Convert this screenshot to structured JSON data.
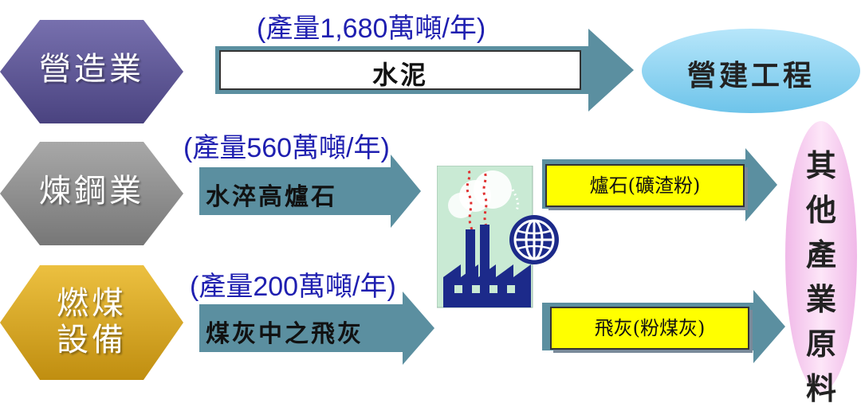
{
  "row1": {
    "source": "營造業",
    "production": "(產量1,680萬噸/年)",
    "material": "水泥",
    "destination": "營建工程"
  },
  "row2": {
    "source": "煉鋼業",
    "production": "(產量560萬噸/年)",
    "material": "水淬高爐石",
    "output": "爐石(礦渣粉)"
  },
  "row3": {
    "source_line1": "燃煤",
    "source_line2": "設備",
    "production": "(產量200萬噸/年)",
    "material": "煤灰中之飛灰",
    "output": "飛灰(粉煤灰)"
  },
  "destination2": [
    "其",
    "他",
    "產",
    "業",
    "原",
    "料"
  ],
  "colors": {
    "hex_purple": "#5c5491",
    "hex_gray": "#8c8c8c",
    "hex_gold": "#d7a51a",
    "arrow": "#5b8fa0",
    "ellipse_blue": "#8fd3f0",
    "ellipse_pink": "#f7cdf0",
    "highlight_yellow": "#ffff00"
  },
  "icons": [
    "factory-icon",
    "globe-icon"
  ]
}
